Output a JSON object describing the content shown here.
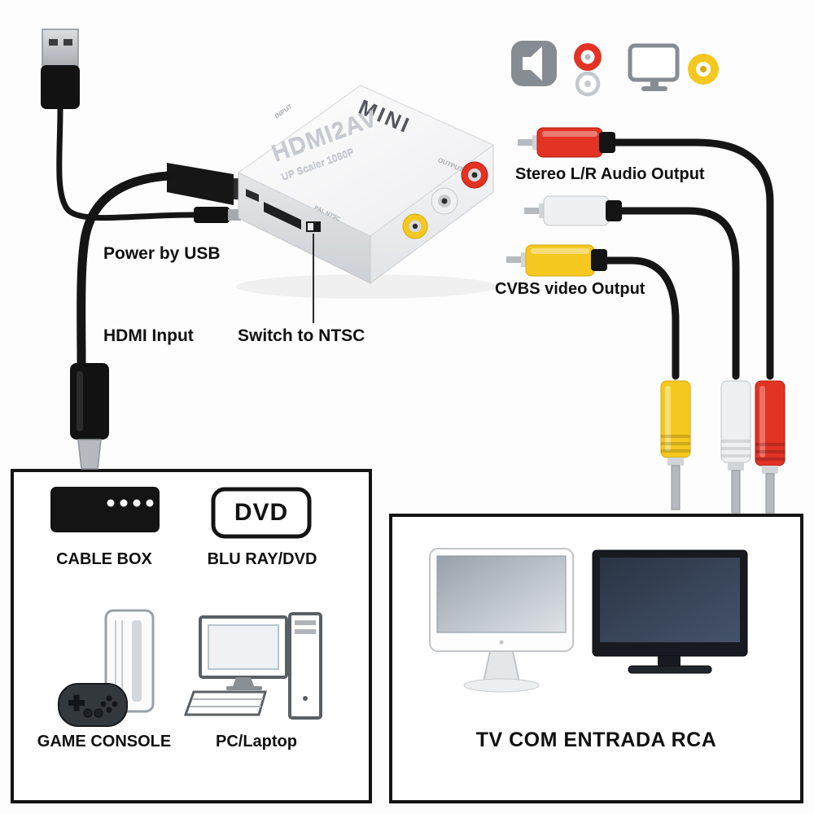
{
  "device": {
    "brand": "MINI",
    "model": "HDMI2AV",
    "subtitle": "UP Scaler 1080P",
    "input_text": "INPUT",
    "output_text": "OUTPUT",
    "switch_text": "PAL NTSC"
  },
  "callouts": {
    "power": "Power by USB",
    "hdmi": "HDMI Input",
    "switch": "Switch to NTSC",
    "audio": "Stereo L/R Audio Output",
    "video": "CVBS video Output"
  },
  "sources_panel": {
    "items": [
      {
        "label": "CABLE BOX"
      },
      {
        "label": "BLU RAY/DVD",
        "badge": "DVD"
      },
      {
        "label": "GAME CONSOLE"
      },
      {
        "label": "PC/Laptop"
      }
    ]
  },
  "tv_panel": {
    "label": "TV COM ENTRADA RCA"
  },
  "icons": {
    "top_right": [
      "speaker-icon",
      "rca-red-icon",
      "rca-white-icon",
      "monitor-icon",
      "rca-yellow-icon"
    ]
  },
  "colors": {
    "rca_red": "#e23325",
    "rca_white": "#eef0f1",
    "rca_yellow": "#f4c81f",
    "cable_black": "#151515"
  }
}
